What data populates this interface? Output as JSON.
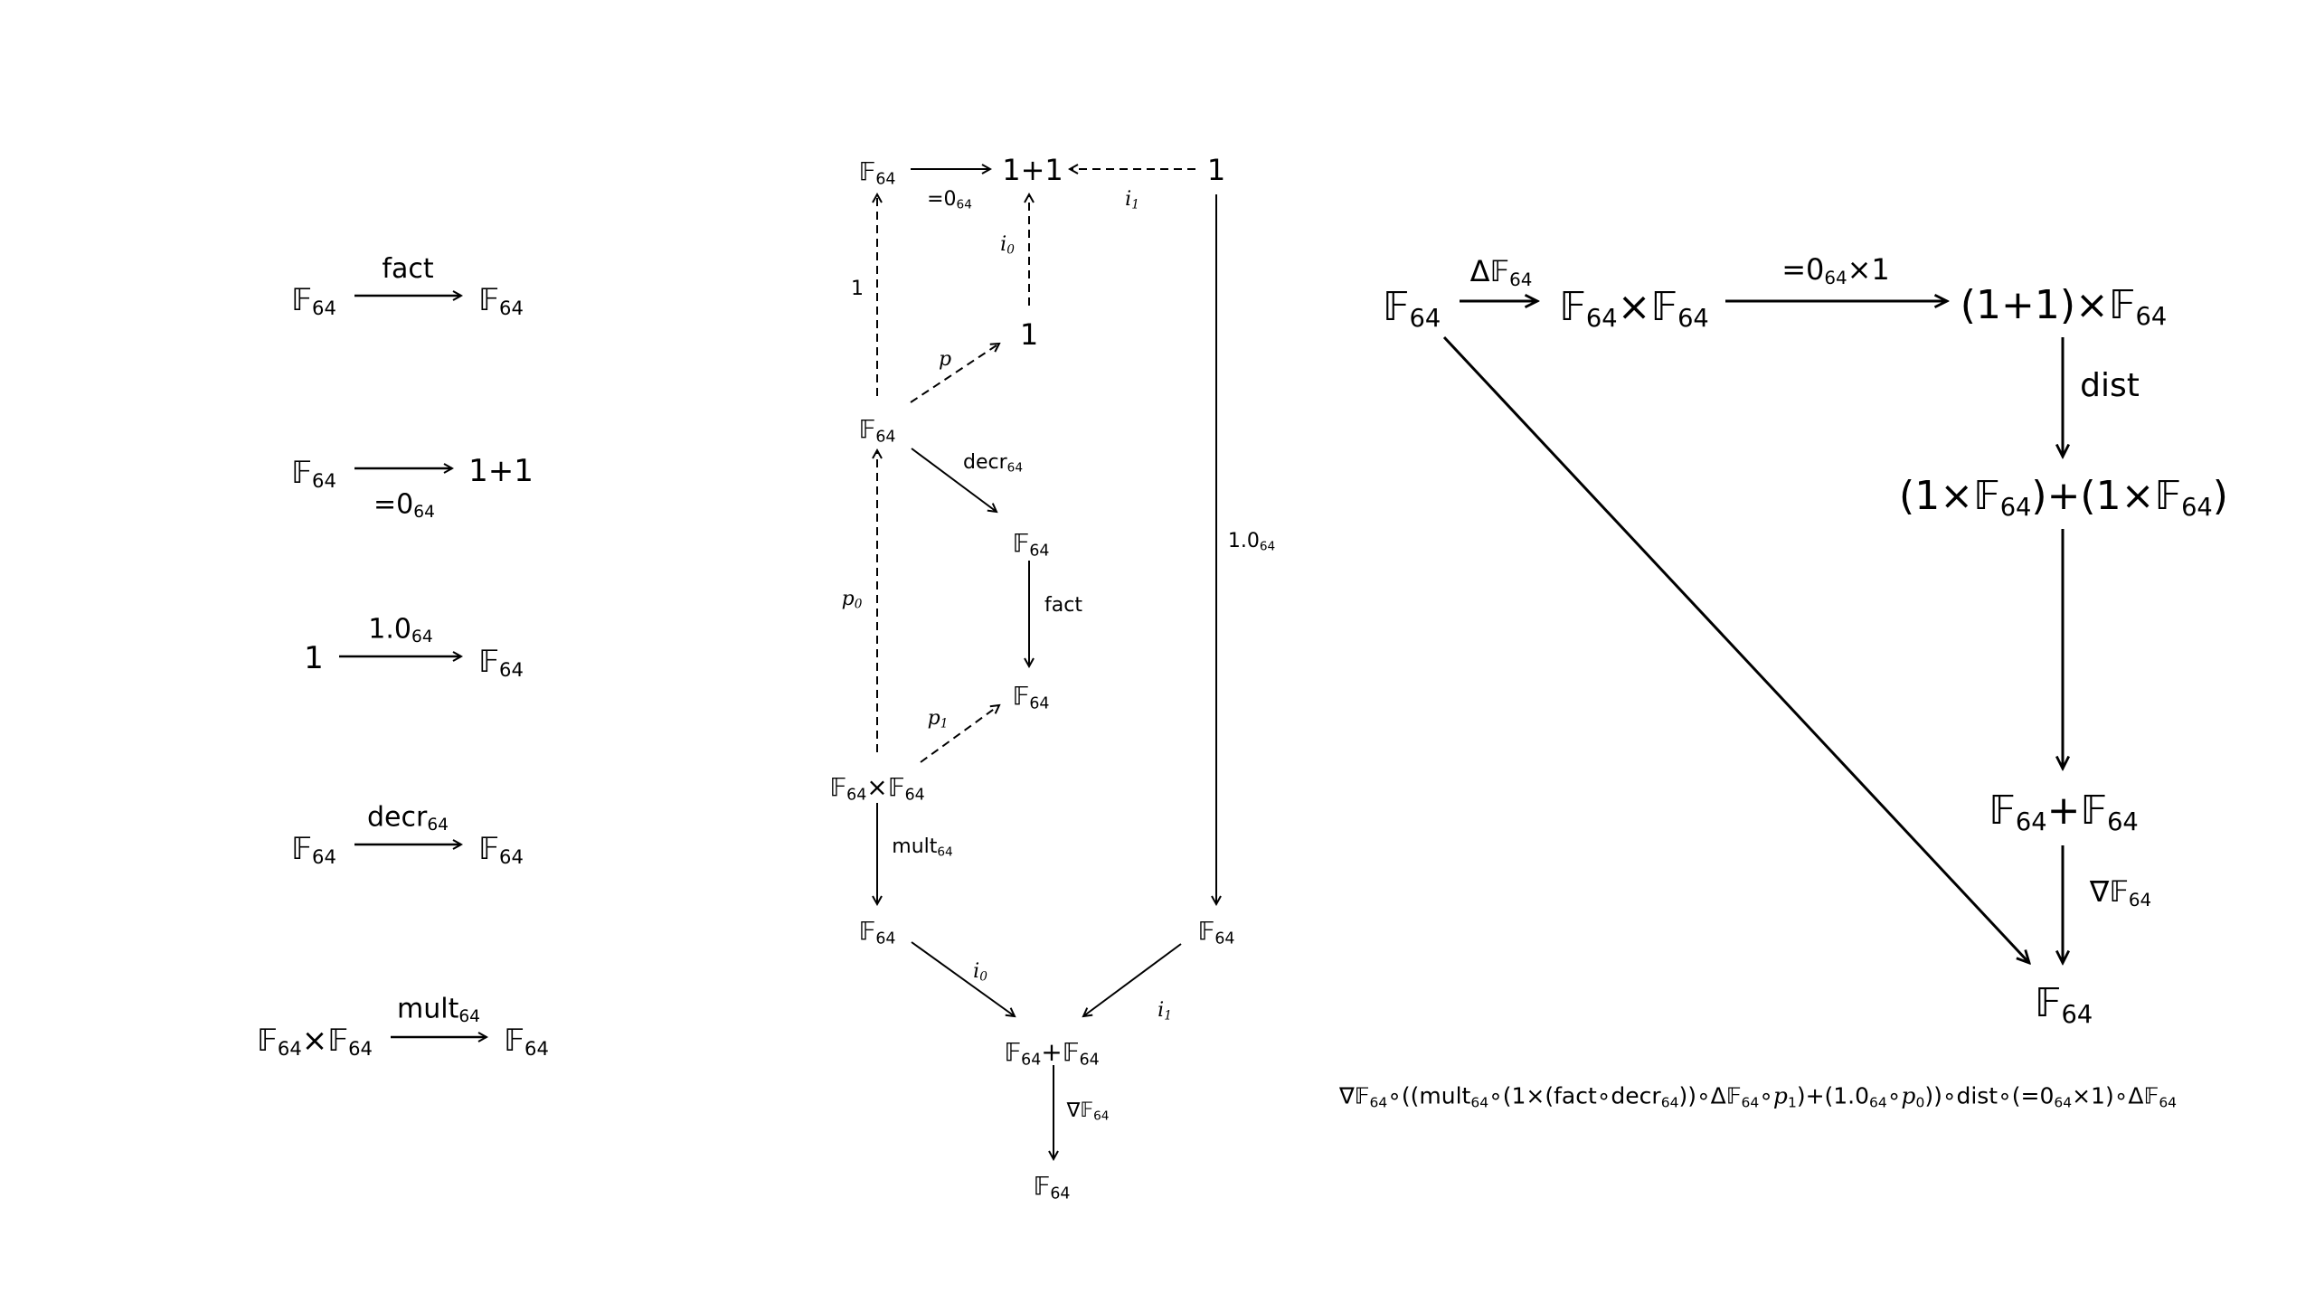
{
  "left_column": {
    "morphisms": [
      {
        "source": "𝔽64",
        "target": "𝔽64",
        "label": "fact",
        "label_side": "above"
      },
      {
        "source": "𝔽64",
        "target": "1+1",
        "label": "=064",
        "label_side": "below"
      },
      {
        "source": "1",
        "target": "𝔽64",
        "label": "1.064",
        "label_side": "above"
      },
      {
        "source": "𝔽64",
        "target": "𝔽64",
        "label": "decr64",
        "label_side": "above"
      },
      {
        "source": "𝔽64×𝔽64",
        "target": "𝔽64",
        "label": "mult64",
        "label_side": "above"
      }
    ]
  },
  "center_diagram": {
    "nodes": {
      "top_f64": "𝔽64",
      "top_sum": "1+1",
      "top_one": "1",
      "mid_one": "1",
      "f64_a": "𝔽64",
      "f64_b": "𝔽64",
      "f64_c": "𝔽64",
      "product": "𝔽64×𝔽64",
      "f64_d": "𝔽64",
      "f64_e": "𝔽64",
      "coproduct": "𝔽64+𝔽64",
      "result": "𝔽64"
    },
    "edges": {
      "eq0": "=064",
      "i1_top": "i1",
      "i0_top": "i0",
      "one": "1",
      "p": "p",
      "decr": "decr64",
      "fact": "fact",
      "p0": "p0",
      "p1": "p1",
      "const": "1.064",
      "mult": "mult64",
      "i0_bottom": "i0",
      "i1_bottom": "i1",
      "codiag": "∇𝔽64"
    }
  },
  "right_diagram": {
    "nodes": {
      "start": "𝔽64",
      "product": "𝔽64×𝔽64",
      "sum_product": "(1+1)×𝔽64",
      "distributed": "(1×𝔽64)+(1×𝔽64)",
      "coproduct": "𝔽64+𝔽64",
      "result": "𝔽64"
    },
    "edges": {
      "diag": "Δ𝔽64",
      "eq0x1": "=064×1",
      "dist": "dist",
      "codiag": "∇𝔽64"
    },
    "formula": "∇𝔽64∘((mult64∘(1×(fact∘decr64))∘Δ𝔽64∘p1)+(1.064∘p0))∘dist∘(=064×1)∘Δ𝔽64"
  }
}
